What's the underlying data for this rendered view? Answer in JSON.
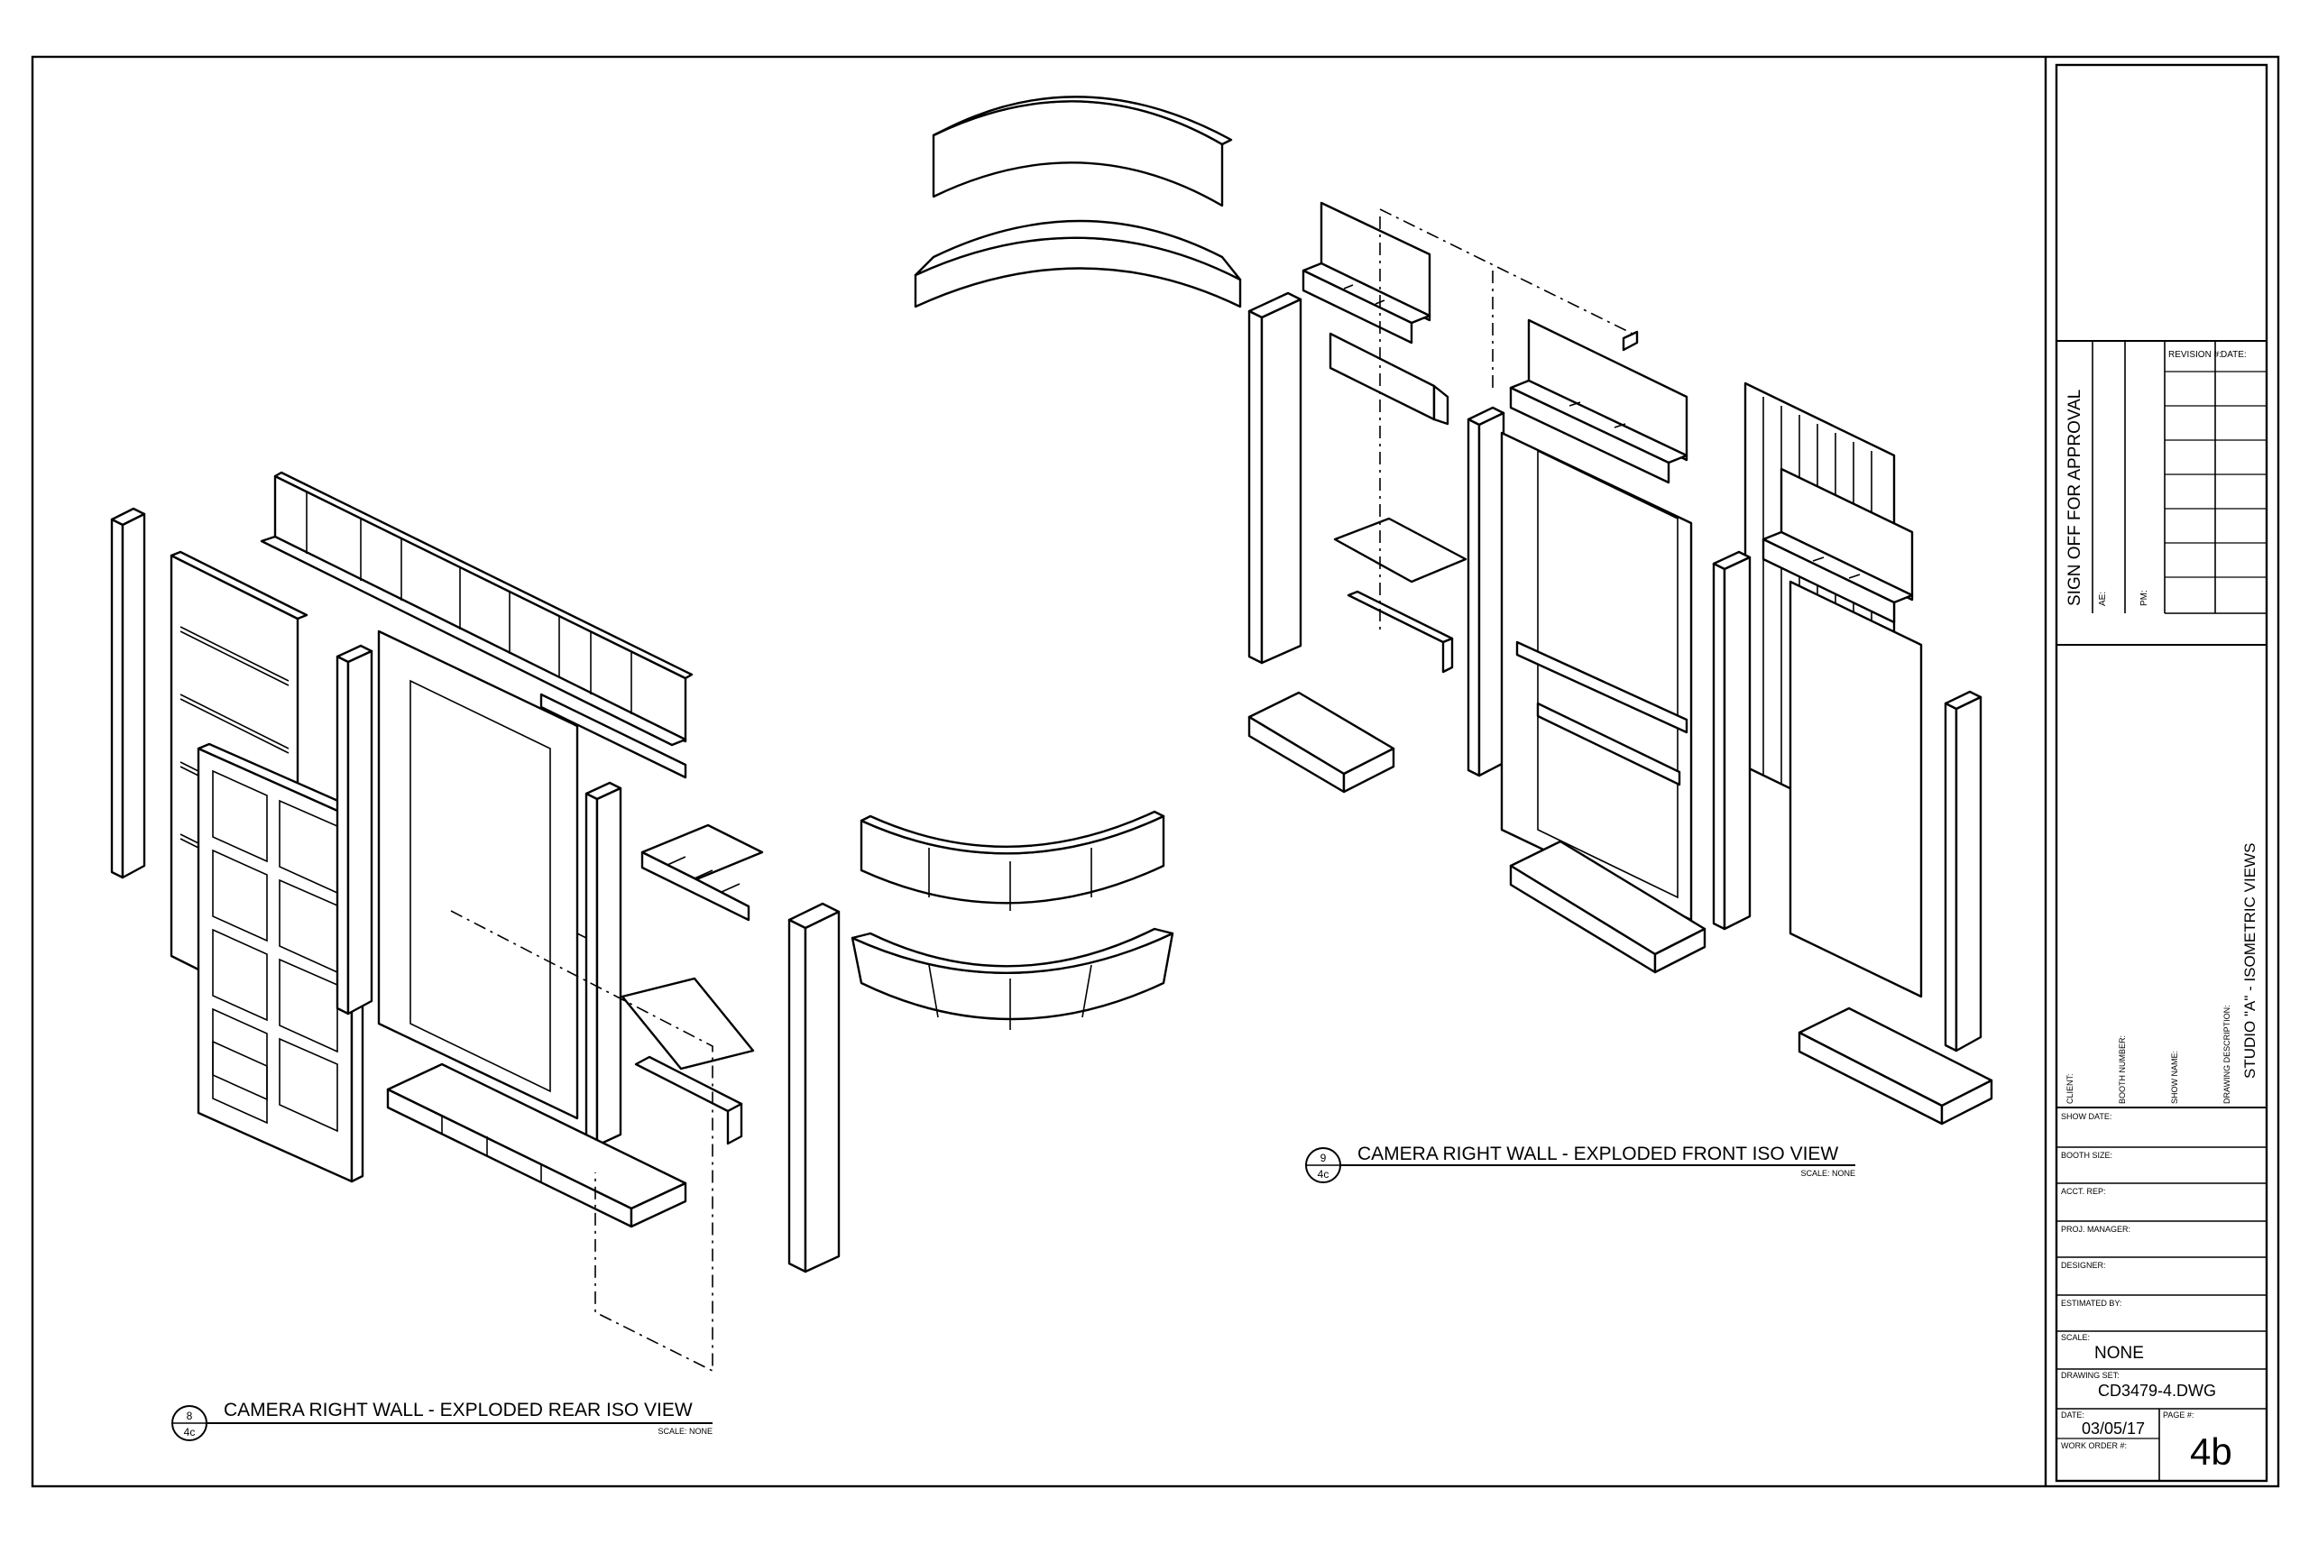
{
  "views": {
    "rear": {
      "number": "8",
      "sheet": "4c",
      "title": "CAMERA RIGHT WALL - EXPLODED REAR ISO VIEW",
      "scale": "SCALE: NONE"
    },
    "front": {
      "number": "9",
      "sheet": "4c",
      "title": "CAMERA RIGHT WALL - EXPLODED FRONT ISO VIEW",
      "scale": "SCALE: NONE"
    }
  },
  "title_block": {
    "approval": {
      "heading": "SIGN OFF FOR APPROVAL",
      "ae": "AE:",
      "pm": "PM:"
    },
    "revision": {
      "revision_label": "REVISION #:",
      "date_label": "DATE:"
    },
    "project": {
      "client": "CLIENT:",
      "booth_number": "BOOTH NUMBER:",
      "show_name": "SHOW NAME:",
      "drawing_description_label": "DRAWING DESCRIPTION:",
      "drawing_description": "STUDIO \"A\" - ISOMETRIC VIEWS"
    },
    "fields": {
      "show_date": "SHOW DATE:",
      "booth_size": "BOOTH SIZE:",
      "acct_rep": "ACCT. REP:",
      "proj_manager": "PROJ. MANAGER:",
      "designer": "DESIGNER:",
      "estimated_by": "ESTIMATED BY:",
      "scale_label": "SCALE:",
      "scale_value": "NONE",
      "drawing_set_label": "DRAWING SET:",
      "drawing_set_value": "CD3479-4.DWG",
      "date_label": "DATE:",
      "date_value": "03/05/17",
      "page_label": "PAGE #:",
      "page_value": "4b",
      "work_order_label": "WORK ORDER #:"
    }
  }
}
